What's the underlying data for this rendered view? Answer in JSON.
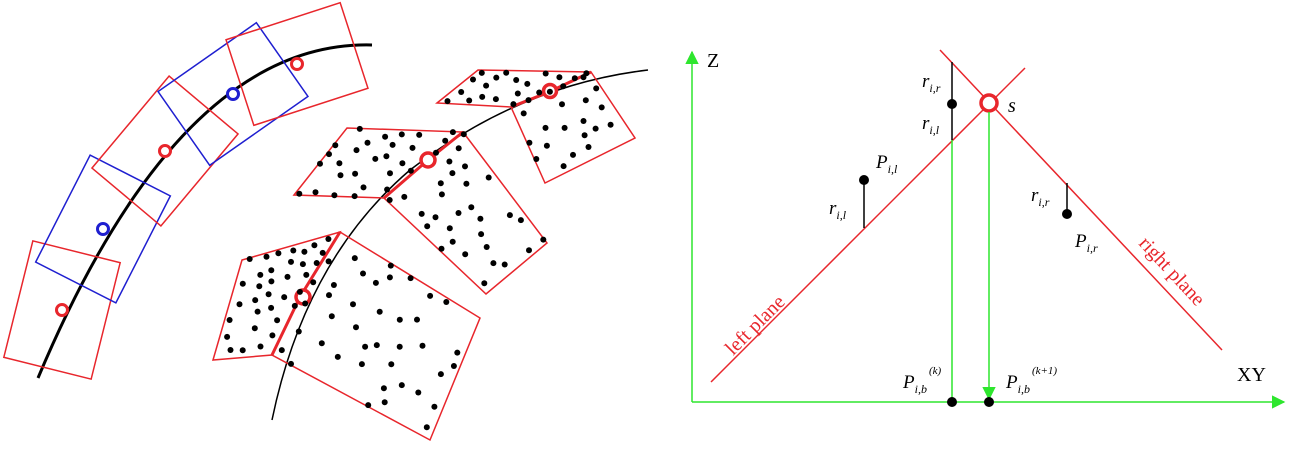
{
  "colors": {
    "red": "#e8262c",
    "blue": "#1f1fd0",
    "green": "#2ee62e",
    "black": "#000000"
  },
  "right_diagram": {
    "axis_z": "Z",
    "axis_xy": "XY",
    "point_s": "s",
    "left_plane": "left plane",
    "right_plane": "right plane",
    "r_ir_top": {
      "base": "r",
      "sub": "i,r"
    },
    "r_il_top": {
      "base": "r",
      "sub": "i,l"
    },
    "p_il": {
      "base": "P",
      "sub": "i,l"
    },
    "r_il_left": {
      "base": "r",
      "sub": "i,l"
    },
    "r_ir_right": {
      "base": "r",
      "sub": "i,r"
    },
    "p_ir": {
      "base": "P",
      "sub": "i,r"
    },
    "p_ib_k": {
      "base": "P",
      "sub": "i,b",
      "sup": "(k)"
    },
    "p_ib_k1": {
      "base": "P",
      "sub": "i,b",
      "sup": "(k+1)"
    }
  }
}
